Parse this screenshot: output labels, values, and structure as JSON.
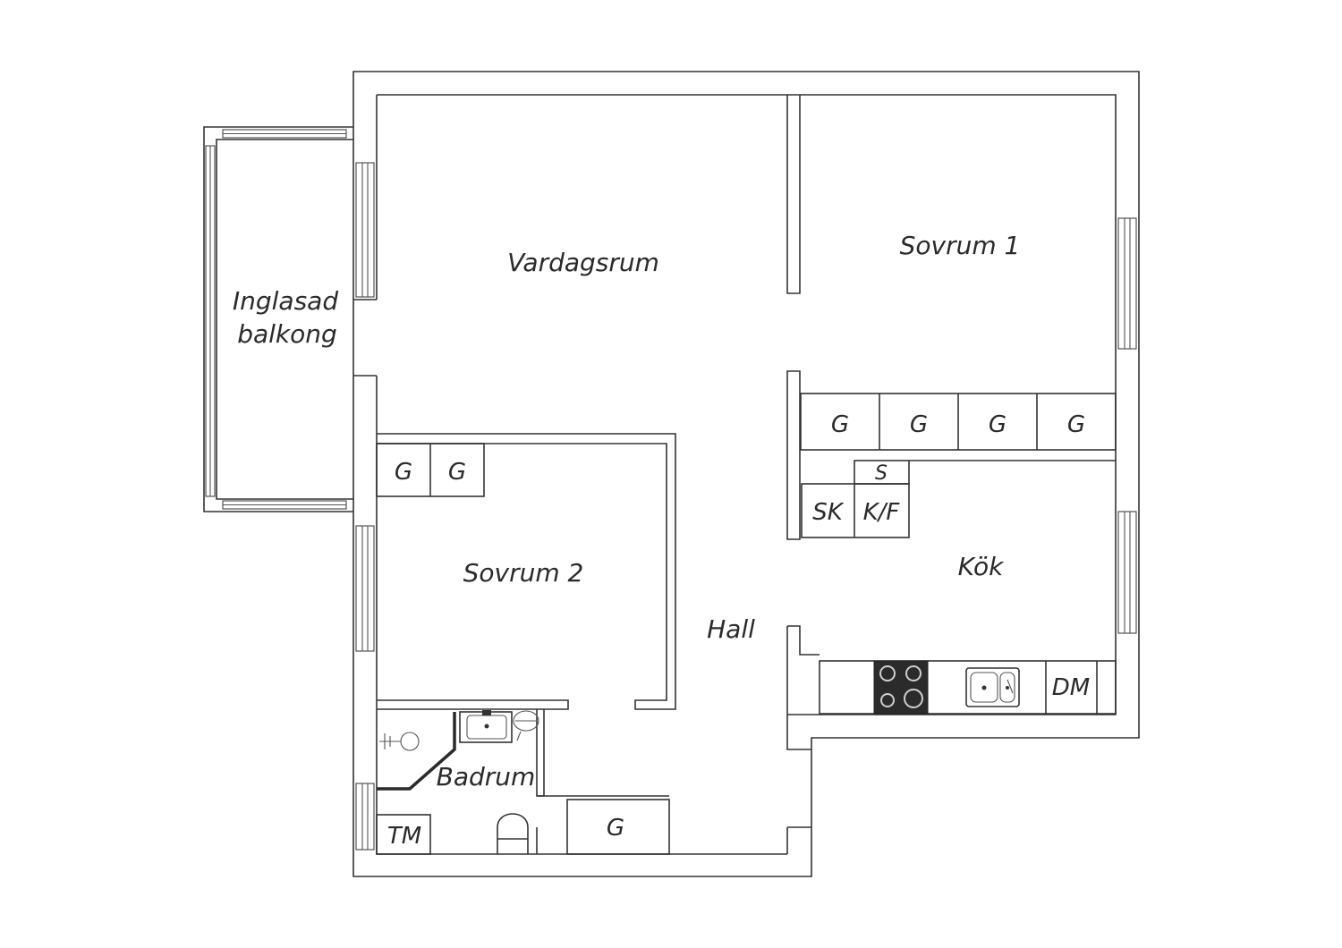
{
  "rooms": {
    "vardagsrum": "Vardagsrum",
    "sovrum1": "Sovrum 1",
    "sovrum2": "Sovrum 2",
    "balkong_line1": "Inglasad",
    "balkong_line2": "balkong",
    "hall": "Hall",
    "kok": "Kök",
    "badrum": "Badrum"
  },
  "fixtures": {
    "wardrobe": "G",
    "sink_cabinet": "SK",
    "fridge_freezer": "K/F",
    "storage": "S",
    "dishwasher": "DM",
    "washing_machine": "TM"
  },
  "colors": {
    "wall": "#333333",
    "background": "#ffffff",
    "stove": "#2b2b2b"
  }
}
